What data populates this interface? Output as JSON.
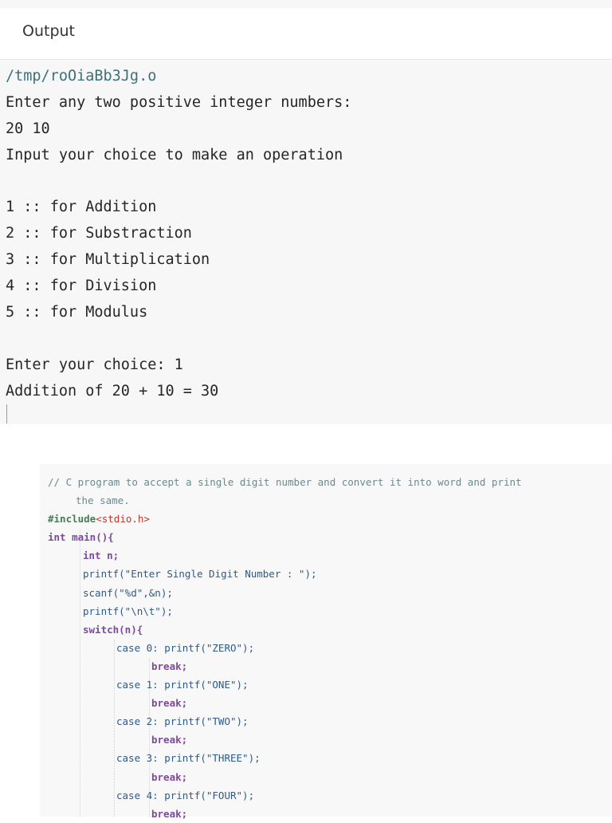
{
  "output_panel": {
    "title": "Output",
    "lines": [
      "/tmp/roOiaBb3Jg.o",
      "Enter any two positive integer numbers:",
      "20 10",
      "Input your choice to make an operation",
      "",
      "1 :: for Addition",
      "2 :: for Substraction",
      "3 :: for Multiplication",
      "4 :: for Division",
      "5 :: for Modulus",
      "",
      "Enter your choice: 1",
      "Addition of 20 + 10 = 30"
    ]
  },
  "code_panel": {
    "comment_line1": "// C program to accept a single digit number and convert it into word and print",
    "comment_line2": "the same.",
    "include_kw": "#include",
    "include_hdr": "<stdio.h>",
    "main_decl": "int main(){",
    "decl_n": "int n;",
    "printf_prompt": "printf(\"Enter Single Digit Number : \");",
    "scanf_call": "scanf(\"%d\",&n);",
    "printf_tab": "printf(\"\\n\\t\");",
    "switch_stmt": "switch(n){",
    "cases": [
      {
        "case": "case 0: printf(\"ZERO\");",
        "brk": "break;"
      },
      {
        "case": "case 1: printf(\"ONE\");",
        "brk": "break;"
      },
      {
        "case": "case 2: printf(\"TWO\");",
        "brk": "break;"
      },
      {
        "case": "case 3: printf(\"THREE\");",
        "brk": "break;"
      },
      {
        "case": "case 4: printf(\"FOUR\");",
        "brk": "break;"
      }
    ]
  }
}
